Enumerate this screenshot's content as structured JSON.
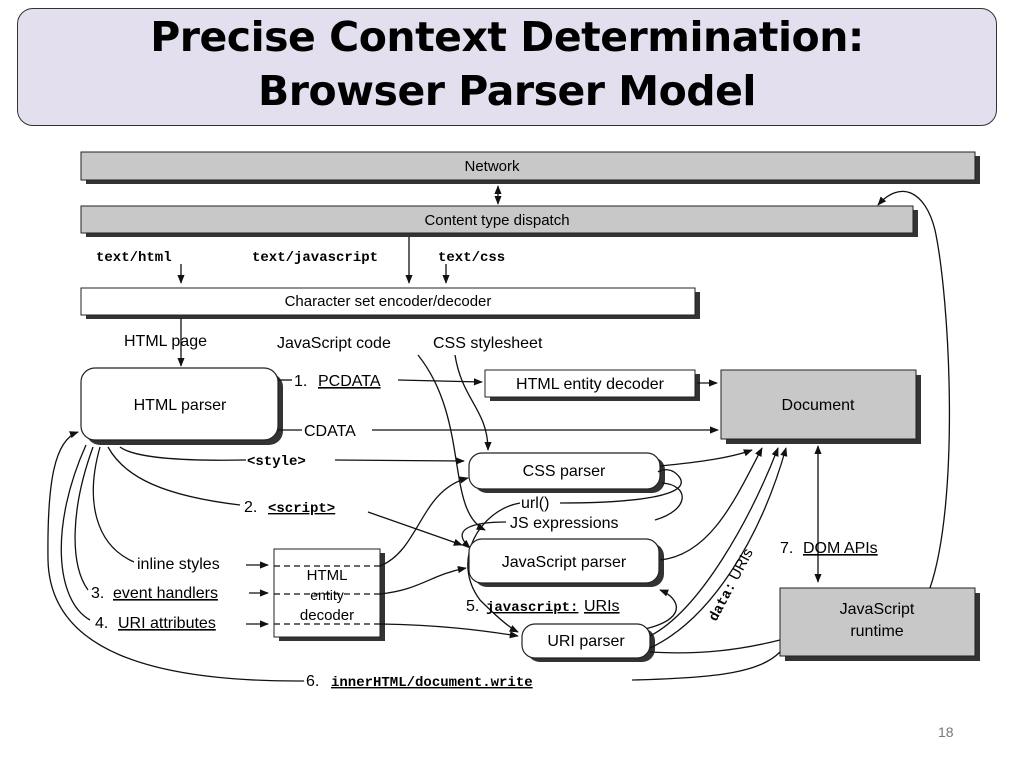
{
  "title": {
    "line1": "Precise Context Determination:",
    "line2": "Browser Parser Model"
  },
  "page_number": "18",
  "diagram": {
    "network": "Network",
    "content_dispatch": "Content type dispatch",
    "mime_html": "text/html",
    "mime_js": "text/javascript",
    "mime_css": "text/css",
    "charset": "Character set encoder/decoder",
    "html_page": "HTML page",
    "js_code": "JavaScript code",
    "css_sheet": "CSS stylesheet",
    "html_parser": "HTML parser",
    "pcdata_num": "1. ",
    "pcdata": "PCDATA",
    "cdata": "CDATA",
    "entity_decoder_top": "HTML entity decoder",
    "document": "Document",
    "style_tag": "<style>",
    "css_parser": "CSS parser",
    "url_fn": "url()",
    "js_expr": "JS expressions",
    "script_num": "2. ",
    "script_tag": "<script>",
    "inline_styles": "inline styles",
    "event_num": "3. ",
    "event_handlers": "event handlers",
    "uri_num": "4. ",
    "uri_attrs": "URI attributes",
    "entity_l1": "HTML",
    "entity_l2": "entity",
    "entity_l3": "decoder",
    "js_parser": "JavaScript parser",
    "js_uri_num": "5. ",
    "js_uri": "javascript:",
    "js_uri_suffix": " URIs",
    "uri_parser": "URI parser",
    "data_uri_prefix": "data:",
    "data_uri_suffix": " URIs",
    "dom_num": "7. ",
    "dom_apis": "DOM APIs",
    "js_runtime_l1": "JavaScript",
    "js_runtime_l2": "runtime",
    "inner_num": "6. ",
    "inner_html": "innerHTML/document.write"
  }
}
